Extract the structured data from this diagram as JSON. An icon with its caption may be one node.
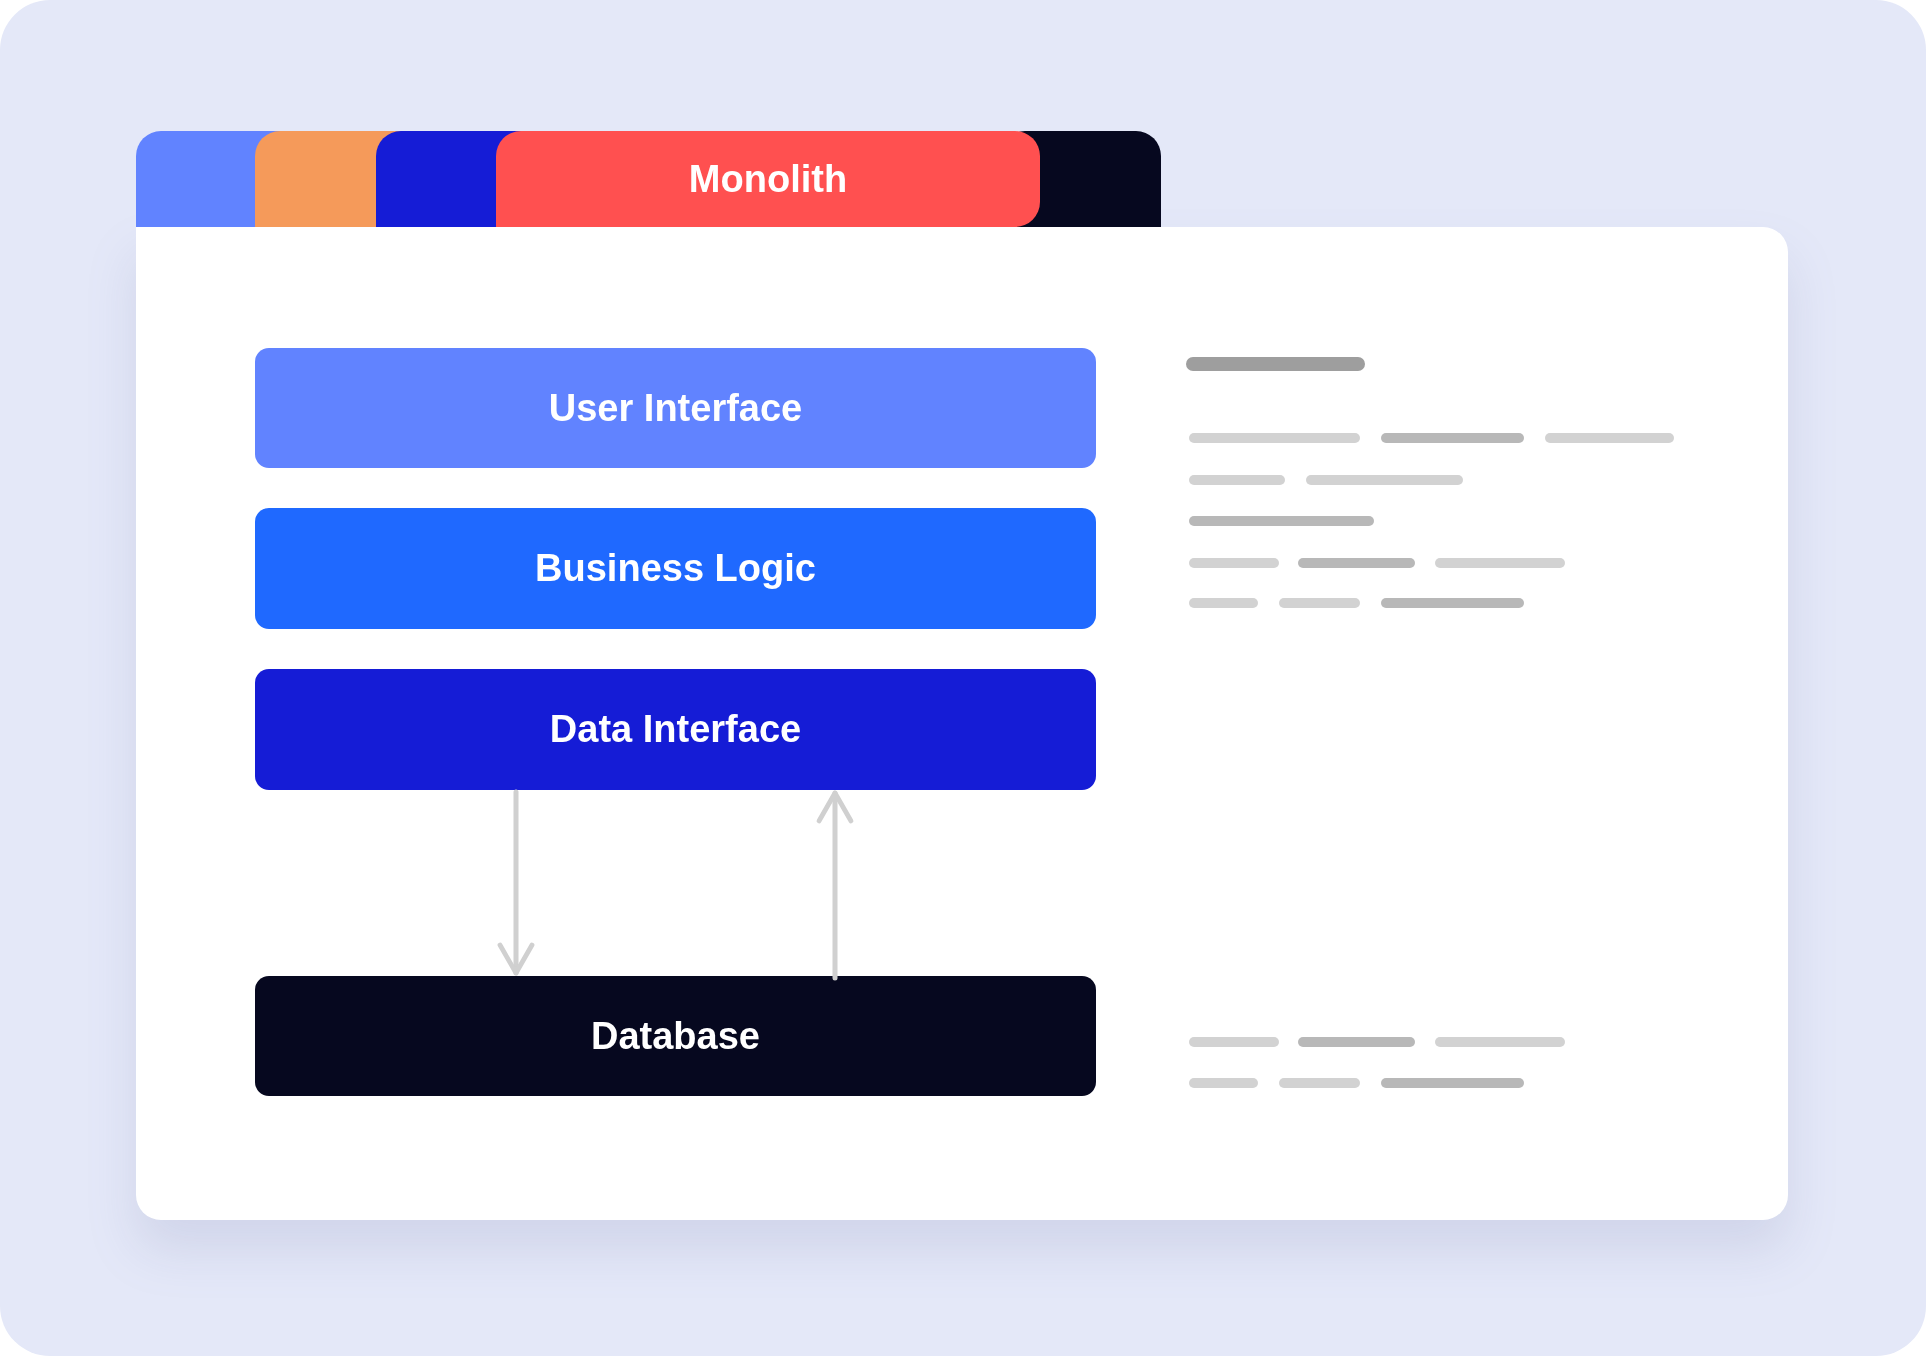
{
  "diagram": {
    "nodes": [
      {
        "text": [
          "Monolith"
        ]
      },
      {
        "text": [
          "User Interface"
        ],
        "in": 0
      },
      {
        "text": [
          "Business Logic"
        ],
        "in": 0
      },
      {
        "text": [
          "Data Interface"
        ],
        "in": 0
      },
      {
        "text": [
          "Database"
        ],
        "in": 0
      }
    ],
    "edges": [
      {
        "from": 3,
        "to": 4,
        "arrow": "to"
      },
      {
        "from": 4,
        "to": 3,
        "arrow": "to"
      }
    ]
  }
}
